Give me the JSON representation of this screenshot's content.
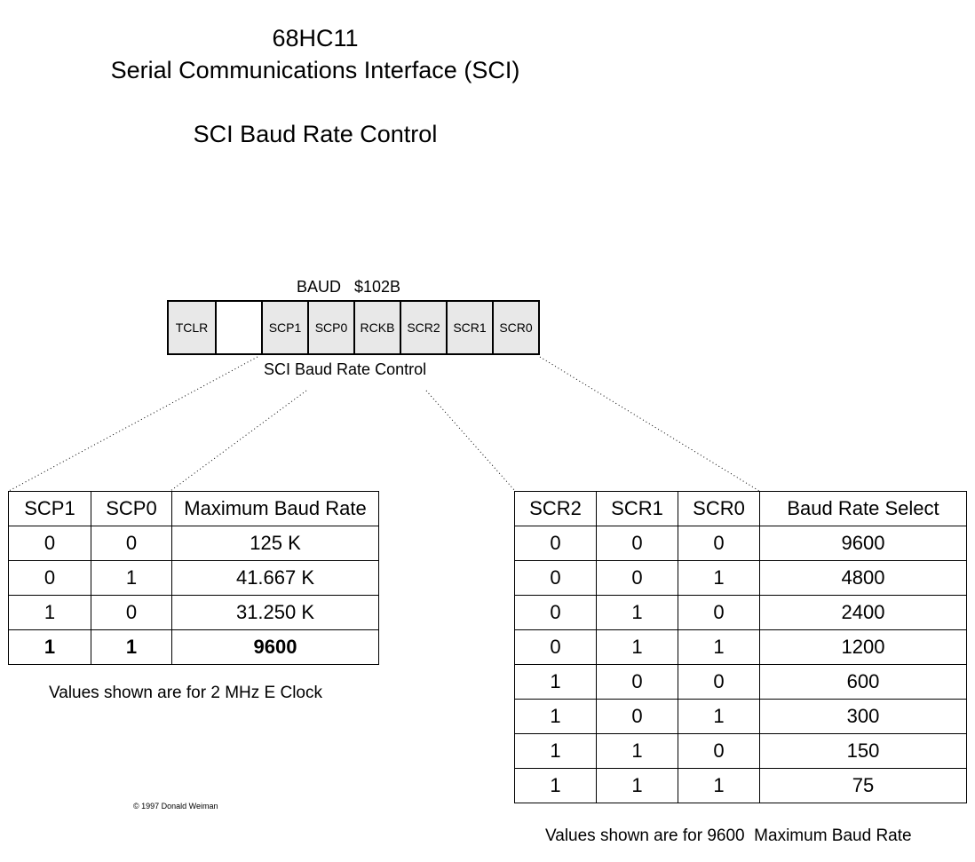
{
  "header": {
    "title_line1": "68HC11",
    "title_line2": "Serial Communications Interface (SCI)",
    "subtitle": "SCI Baud Rate Control"
  },
  "register": {
    "label": "BAUD   $102B",
    "caption": "SCI Baud Rate Control",
    "bits": [
      "TCLR",
      "",
      "SCP1",
      "SCP0",
      "RCKB",
      "SCR2",
      "SCR1",
      "SCR0"
    ]
  },
  "prescaler_table": {
    "headers": [
      "SCP1",
      "SCP0",
      "Maximum Baud Rate"
    ],
    "rows": [
      [
        "0",
        "0",
        "125 K"
      ],
      [
        "0",
        "1",
        "41.667 K"
      ],
      [
        "1",
        "0",
        "31.250 K"
      ],
      [
        "1",
        "1",
        "9600"
      ]
    ],
    "note": "Values shown are for 2 MHz E Clock"
  },
  "select_table": {
    "headers": [
      "SCR2",
      "SCR1",
      "SCR0",
      "Baud Rate Select"
    ],
    "rows": [
      [
        "0",
        "0",
        "0",
        "9600"
      ],
      [
        "0",
        "0",
        "1",
        "4800"
      ],
      [
        "0",
        "1",
        "0",
        "2400"
      ],
      [
        "0",
        "1",
        "1",
        "1200"
      ],
      [
        "1",
        "0",
        "0",
        "600"
      ],
      [
        "1",
        "0",
        "1",
        "300"
      ],
      [
        "1",
        "1",
        "0",
        "150"
      ],
      [
        "1",
        "1",
        "1",
        "75"
      ]
    ],
    "note": "Values shown are for 9600  Maximum Baud Rate"
  },
  "copyright": "© 1997 Donald Weiman"
}
